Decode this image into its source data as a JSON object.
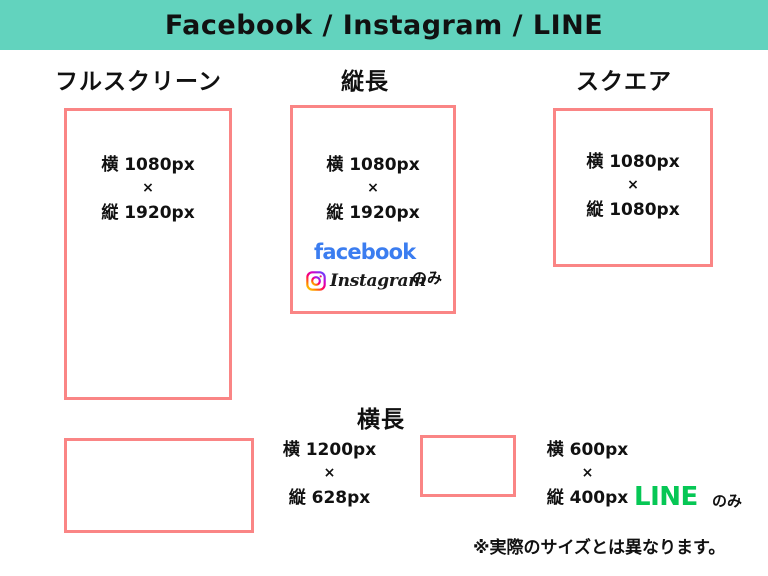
{
  "header": {
    "title": "Facebook / Instagram / LINE",
    "background_color": "#62d3be"
  },
  "theme": {
    "box_border_color": "#fa8585",
    "text_color": "#111111",
    "facebook_blue": "#3b7df0",
    "line_green": "#06c755",
    "page_background": "#ffffff"
  },
  "sections": {
    "fullscreen": {
      "heading": "フルスクリーン",
      "width_line": "横 1080px",
      "times": "×",
      "height_line": "縦 1920px"
    },
    "vertical": {
      "heading": "縦長",
      "width_line": "横 1080px",
      "times": "×",
      "height_line": "縦 1920px",
      "brands": {
        "facebook": "facebook",
        "instagram": "Instagram",
        "only_label": "のみ"
      }
    },
    "square": {
      "heading": "スクエア",
      "width_line": "横 1080px",
      "times": "×",
      "height_line": "縦 1080px"
    },
    "landscape": {
      "heading": "横長",
      "large": {
        "width_line": "横 1200px",
        "times": "×",
        "height_line": "縦 628px"
      },
      "small": {
        "width_line": "横 600px",
        "times": "×",
        "height_line": "縦 400px",
        "brand": "LINE",
        "only_label": "のみ"
      }
    }
  },
  "footnote": "※実際のサイズとは異なります。"
}
